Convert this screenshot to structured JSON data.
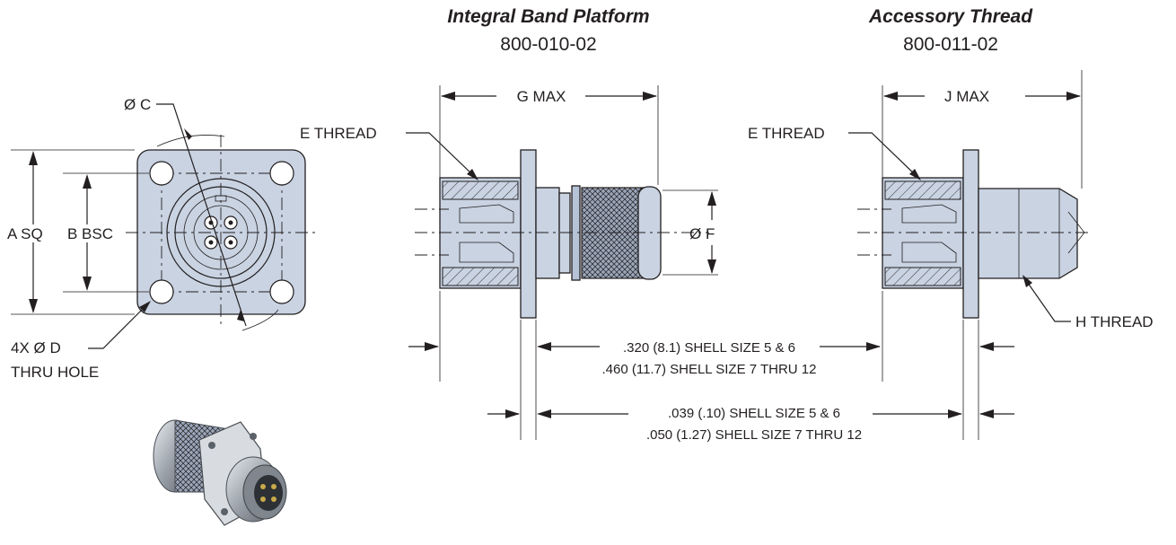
{
  "headers": {
    "integral": {
      "title": "Integral Band Platform",
      "part_number": "800-010-02"
    },
    "accessory": {
      "title": "Accessory Thread",
      "part_number": "800-011-02"
    }
  },
  "front_view": {
    "dia_c": "Ø C",
    "a_sq": "A SQ",
    "b_bsc": "B BSC",
    "hole_line1": "4X Ø D",
    "hole_line2": "THRU HOLE"
  },
  "integral_view": {
    "g_max": "G MAX",
    "e_thread": "E  THREAD",
    "dia_f": "Ø F"
  },
  "accessory_view": {
    "j_max": "J MAX",
    "e_thread": "E  THREAD",
    "h_thread": "H THREAD"
  },
  "notes": {
    "line1": ".320 (8.1) SHELL SIZE 5 & 6",
    "line2": ".460 (11.7) SHELL SIZE 7 THRU 12",
    "line3": ".039 (.10) SHELL SIZE 5 & 6",
    "line4": ".050 (1.27) SHELL SIZE 7 THRU 12"
  },
  "colors": {
    "body_fill": "#c9d3e2",
    "line": "#231f20"
  }
}
